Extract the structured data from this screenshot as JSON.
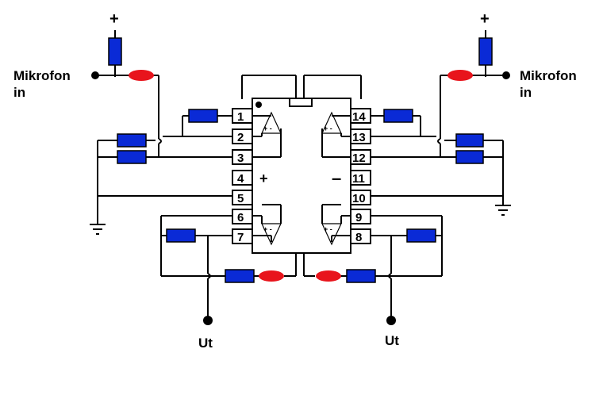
{
  "labels": {
    "mic_left_line1": "Mikrofon",
    "mic_left_line2": "in",
    "mic_right_line1": "Mikrofon",
    "mic_right_line2": "in",
    "out_left": "Ut",
    "out_right": "Ut",
    "supply_left": "+",
    "supply_right": "+"
  },
  "ic_labels": {
    "plus": "+",
    "minus": "–"
  },
  "pins_left": [
    "1",
    "2",
    "3",
    "4",
    "5",
    "6",
    "7"
  ],
  "pins_right": [
    "14",
    "13",
    "12",
    "11",
    "10",
    "9",
    "8"
  ],
  "colors": {
    "resistor": "#0a2ad6",
    "capacitor": "#e8141c",
    "wire": "#000000"
  }
}
